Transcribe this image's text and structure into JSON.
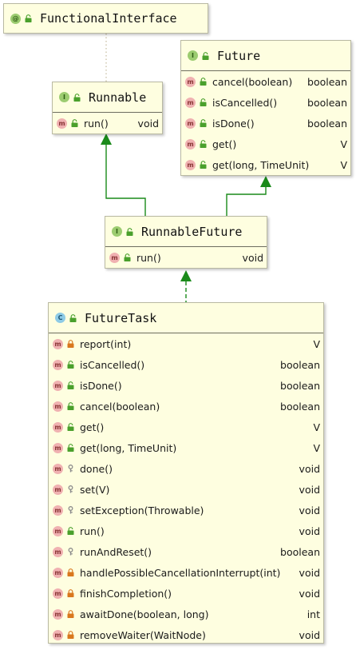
{
  "diagram": {
    "functional_interface": {
      "kind": "@",
      "name": "FunctionalInterface"
    },
    "runnable": {
      "kind": "I",
      "name": "Runnable",
      "methods": [
        {
          "name": "run()",
          "type": "void",
          "access": "public"
        }
      ]
    },
    "future": {
      "kind": "I",
      "name": "Future",
      "methods": [
        {
          "name": "cancel(boolean)",
          "type": "boolean",
          "access": "public"
        },
        {
          "name": "isCancelled()",
          "type": "boolean",
          "access": "public"
        },
        {
          "name": "isDone()",
          "type": "boolean",
          "access": "public"
        },
        {
          "name": "get()",
          "type": "V",
          "access": "public"
        },
        {
          "name": "get(long, TimeUnit)",
          "type": "V",
          "access": "public"
        }
      ]
    },
    "runnable_future": {
      "kind": "I",
      "name": "RunnableFuture",
      "methods": [
        {
          "name": "run()",
          "type": "void",
          "access": "public"
        }
      ]
    },
    "future_task": {
      "kind": "C",
      "name": "FutureTask",
      "methods": [
        {
          "name": "report(int)",
          "type": "V",
          "access": "private"
        },
        {
          "name": "isCancelled()",
          "type": "boolean",
          "access": "public"
        },
        {
          "name": "isDone()",
          "type": "boolean",
          "access": "public"
        },
        {
          "name": "cancel(boolean)",
          "type": "boolean",
          "access": "public"
        },
        {
          "name": "get()",
          "type": "V",
          "access": "public"
        },
        {
          "name": "get(long, TimeUnit)",
          "type": "V",
          "access": "public"
        },
        {
          "name": "done()",
          "type": "void",
          "access": "protected"
        },
        {
          "name": "set(V)",
          "type": "void",
          "access": "protected"
        },
        {
          "name": "setException(Throwable)",
          "type": "void",
          "access": "protected"
        },
        {
          "name": "run()",
          "type": "void",
          "access": "public"
        },
        {
          "name": "runAndReset()",
          "type": "boolean",
          "access": "protected"
        },
        {
          "name": "handlePossibleCancellationInterrupt(int)",
          "type": "void",
          "access": "private"
        },
        {
          "name": "finishCompletion()",
          "type": "void",
          "access": "private"
        },
        {
          "name": "awaitDone(boolean, long)",
          "type": "int",
          "access": "private"
        },
        {
          "name": "removeWaiter(WaitNode)",
          "type": "void",
          "access": "private"
        }
      ]
    },
    "method_badge": "m",
    "colors": {
      "box_fill": "#fefee0",
      "box_border": "#b9b9a2",
      "inheritance_arrow": "#1a8a1a",
      "annotation_link": "#c8bfa4",
      "public_icon": "#4aa02c",
      "private_icon": "#d9781e",
      "protected_icon": "#8c8c8c"
    }
  }
}
